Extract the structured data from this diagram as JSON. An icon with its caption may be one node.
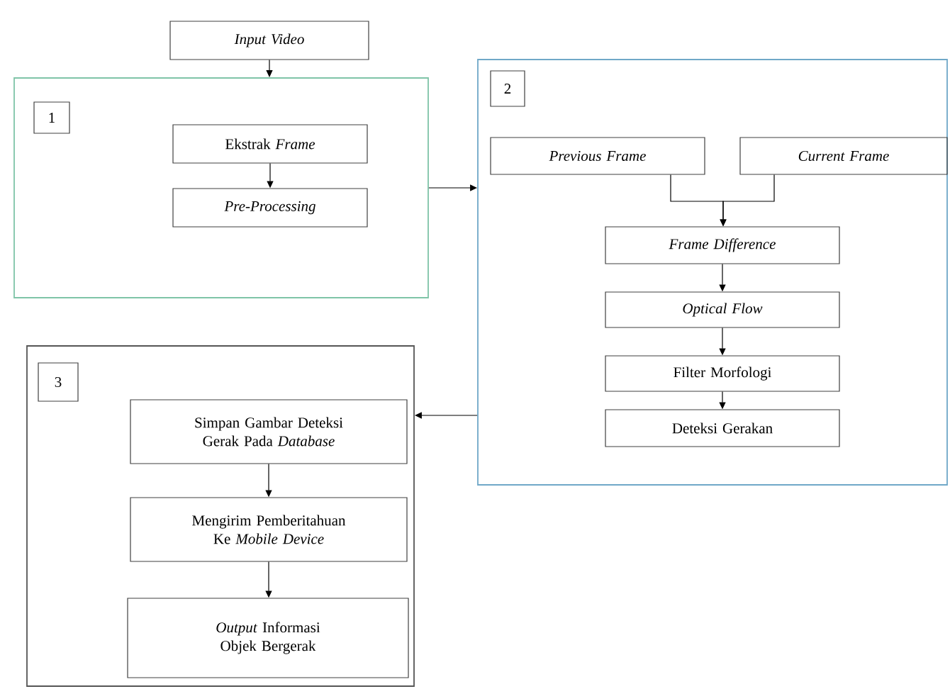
{
  "diagram": {
    "nodes": [
      {
        "text": [
          "Input Video"
        ]
      },
      {
        "text": [],
        "shape": "box"
      },
      {
        "text": [
          "1"
        ],
        "in": 1
      },
      {
        "text": [
          "Ekstrak *Frame*"
        ],
        "in": 1
      },
      {
        "text": [
          "Pre-Processing"
        ],
        "in": 1
      },
      {
        "text": [],
        "shape": "box"
      },
      {
        "text": [
          "2"
        ],
        "in": 5
      },
      {
        "text": [
          "Previous Frame"
        ],
        "in": 5
      },
      {
        "text": [
          "Current Frame"
        ],
        "in": 5
      },
      {
        "text": [
          "Frame Difference"
        ],
        "in": 5
      },
      {
        "text": [
          "Optical Flow"
        ],
        "in": 5
      },
      {
        "text": [
          "Filter Morfologi"
        ],
        "in": 5
      },
      {
        "text": [
          "Deteksi Gerakan"
        ],
        "in": 5
      },
      {
        "text": [],
        "shape": "box"
      },
      {
        "text": [
          "3"
        ],
        "in": 13
      },
      {
        "text": [
          "Simpan Gambar Deteksi Gerak Pada *Database*"
        ],
        "in": 13
      },
      {
        "text": [
          "Mengirim Pemberitahuan Ke *Mobile Device*"
        ],
        "in": 13
      },
      {
        "text": [
          "*Output* Informasi Objek Bergerak"
        ],
        "in": 13
      }
    ],
    "edges": [
      {
        "from": 0,
        "to": 1,
        "arrow": "to"
      },
      {
        "from": 3,
        "to": 4,
        "arrow": "to"
      },
      {
        "from": 1,
        "to": 5,
        "arrow": "to"
      },
      {
        "from": 7,
        "to": 9,
        "arrow": "to"
      },
      {
        "from": 8,
        "to": 9,
        "arrow": "to"
      },
      {
        "from": 9,
        "to": 10,
        "arrow": "to"
      },
      {
        "from": 10,
        "to": 11,
        "arrow": "to"
      },
      {
        "from": 11,
        "to": 12,
        "arrow": "to"
      },
      {
        "from": 5,
        "to": 13,
        "arrow": "to"
      },
      {
        "from": 15,
        "to": 16,
        "arrow": "to"
      },
      {
        "from": 16,
        "to": 17,
        "arrow": "to"
      }
    ]
  }
}
